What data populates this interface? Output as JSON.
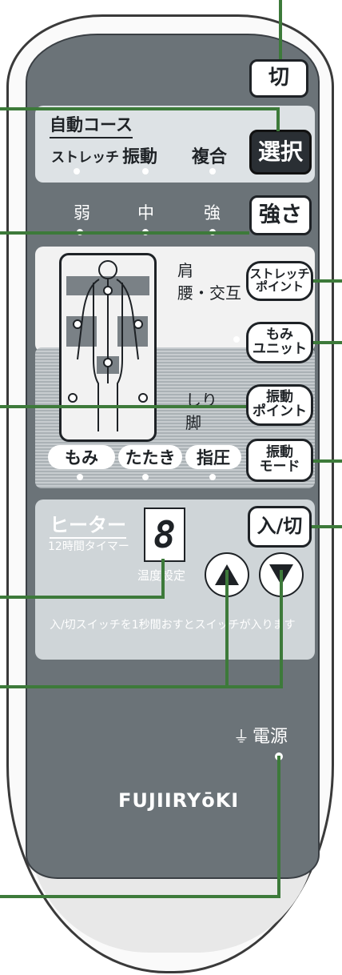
{
  "buttons": {
    "off": "切",
    "select": "選択",
    "strength": "強さ",
    "stretch_point_1": "ストレッチ",
    "stretch_point_2": "ポイント",
    "momi_unit_1": "もみ",
    "momi_unit_2": "ユニット",
    "vibration_point_1": "振動",
    "vibration_point_2": "ポイント",
    "vibration_mode_1": "振動",
    "vibration_mode_2": "モード",
    "on_off": "入/切"
  },
  "auto_course": {
    "title": "自動コース",
    "options": [
      "ストレッチ",
      "振動",
      "複合"
    ]
  },
  "strength_levels": [
    "弱",
    "中",
    "強"
  ],
  "body_area": {
    "shoulder": "肩",
    "waist": "腰・交互",
    "hip": "しり",
    "leg": "脚"
  },
  "massage_modes": [
    "もみ",
    "たたき",
    "指圧"
  ],
  "heater": {
    "title": "ヒーター",
    "subtitle": "12時間タイマー",
    "display": "8",
    "temp_label": "温度設定"
  },
  "note": "入/切スイッチを1秒間おすとスイッチが入ります",
  "power_label": "電源",
  "brand": "FUJIIRYōKI",
  "colors": {
    "body": "#6b7378",
    "panel": "#dde2e5",
    "leader": "#3d7a3a"
  }
}
